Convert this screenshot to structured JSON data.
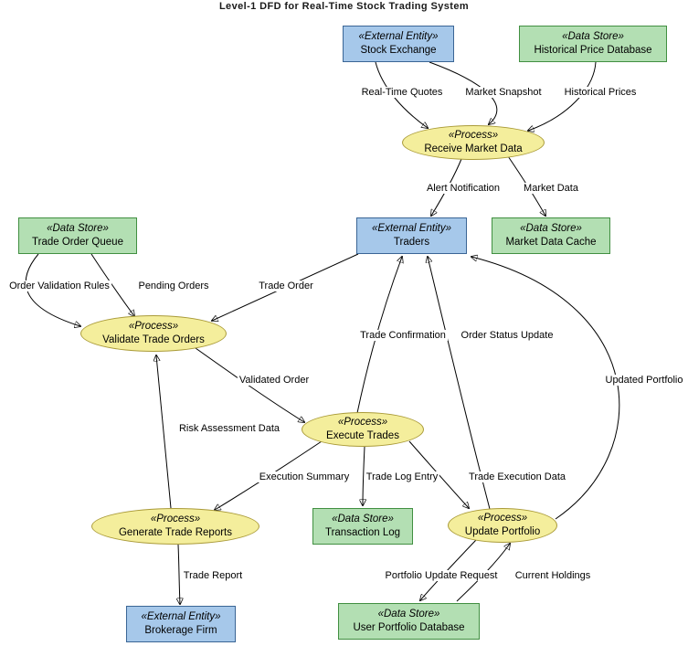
{
  "title": "Level-1 DFD for Real-Time Stock Trading System",
  "nodes": {
    "stock_exchange": {
      "stereotype": "«External Entity»",
      "name": "Stock Exchange"
    },
    "historical_price_database": {
      "stereotype": "«Data Store»",
      "name": "Historical Price Database"
    },
    "receive_market_data": {
      "stereotype": "«Process»",
      "name": "Receive Market Data"
    },
    "trade_order_queue": {
      "stereotype": "«Data Store»",
      "name": "Trade Order Queue"
    },
    "traders": {
      "stereotype": "«External Entity»",
      "name": "Traders"
    },
    "market_data_cache": {
      "stereotype": "«Data Store»",
      "name": "Market Data Cache"
    },
    "validate_trade_orders": {
      "stereotype": "«Process»",
      "name": "Validate Trade Orders"
    },
    "execute_trades": {
      "stereotype": "«Process»",
      "name": "Execute Trades"
    },
    "generate_trade_reports": {
      "stereotype": "«Process»",
      "name": "Generate Trade Reports"
    },
    "transaction_log": {
      "stereotype": "«Data Store»",
      "name": "Transaction Log"
    },
    "update_portfolio": {
      "stereotype": "«Process»",
      "name": "Update Portfolio"
    },
    "brokerage_firm": {
      "stereotype": "«External Entity»",
      "name": "Brokerage Firm"
    },
    "user_portfolio_database": {
      "stereotype": "«Data Store»",
      "name": "User Portfolio Database"
    }
  },
  "edges": {
    "real_time_quotes": "Real-Time Quotes",
    "market_snapshot": "Market Snapshot",
    "historical_prices": "Historical Prices",
    "alert_notification": "Alert Notification",
    "market_data": "Market Data",
    "order_validation_rules": "Order Validation Rules",
    "pending_orders": "Pending Orders",
    "trade_order": "Trade Order",
    "trade_confirmation": "Trade Confirmation",
    "order_status_update": "Order Status Update",
    "validated_order": "Validated Order",
    "updated_portfolio": "Updated Portfolio",
    "risk_assessment_data": "Risk Assessment Data",
    "execution_summary": "Execution Summary",
    "trade_log_entry": "Trade Log Entry",
    "trade_execution_data": "Trade Execution Data",
    "trade_report": "Trade Report",
    "portfolio_update_request": "Portfolio Update Request",
    "current_holdings": "Current Holdings"
  },
  "colors": {
    "background": "#ffffff",
    "external_entity_fill": "#a6c8ea",
    "external_entity_border": "#3a6595",
    "data_store_fill": "#b3dfb3",
    "data_store_border": "#418f41",
    "process_fill": "#f4ee9c",
    "process_border": "#aa9b39",
    "edge": "#000000"
  }
}
